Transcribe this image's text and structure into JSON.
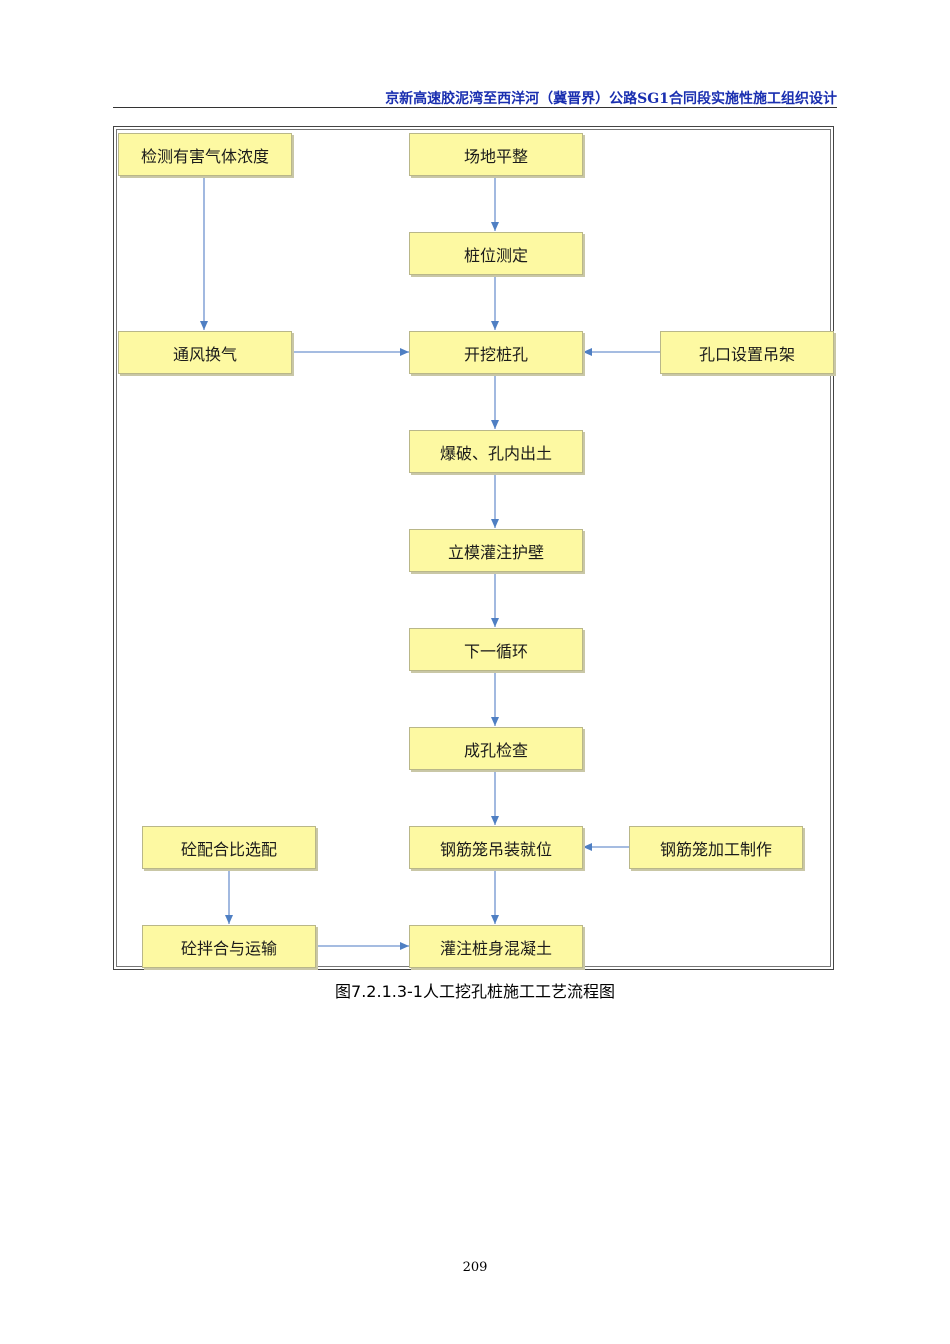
{
  "header": {
    "title": "京新高速胶泥湾至西洋河（冀晋界）公路SG1合同段实施性施工组织设计"
  },
  "flowchart": {
    "nodes": {
      "detect_gas": "检测有害气体浓度",
      "site_level": "场地平整",
      "pile_survey": "桩位测定",
      "ventilate": "通风换气",
      "dig_hole": "开挖桩孔",
      "hoist_frame": "孔口设置吊架",
      "blast_soil": "爆破、孔内出土",
      "formwork_wall": "立模灌注护壁",
      "next_cycle": "下一循环",
      "hole_check": "成孔检查",
      "concrete_mix": "砼配合比选配",
      "cage_place": "钢筋笼吊装就位",
      "cage_fabricate": "钢筋笼加工制作",
      "concrete_transport": "砼拌合与运输",
      "pour_pile": "灌注桩身混凝土"
    }
  },
  "caption": "图7.2.1.3-1人工挖孔桩施工工艺流程图",
  "page_number": "209"
}
